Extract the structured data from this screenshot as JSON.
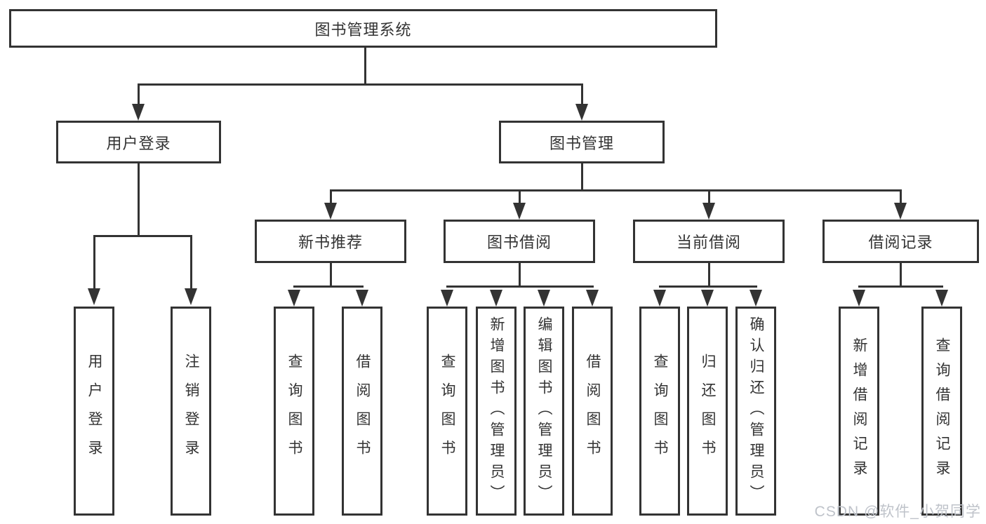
{
  "colors": {
    "line": "#333333",
    "text": "#333333",
    "watermark": "#bfc3ca"
  },
  "tree": {
    "root": {
      "label": "图书管理系统"
    },
    "login": {
      "label": "用户登录",
      "children": [
        {
          "label": "用户登录"
        },
        {
          "label": "注销登录"
        }
      ]
    },
    "mgmt": {
      "label": "图书管理",
      "groups": [
        {
          "label": "新书推荐",
          "children": [
            {
              "label": "查询图书"
            },
            {
              "label": "借阅图书"
            }
          ]
        },
        {
          "label": "图书借阅",
          "children": [
            {
              "label": "查询图书"
            },
            {
              "label": "新增图书（管理员）"
            },
            {
              "label": "编辑图书（管理员）"
            },
            {
              "label": "借阅图书"
            }
          ]
        },
        {
          "label": "当前借阅",
          "children": [
            {
              "label": "查询图书"
            },
            {
              "label": "归还图书"
            },
            {
              "label": "确认归还（管理员）"
            }
          ]
        },
        {
          "label": "借阅记录",
          "children": [
            {
              "label": "新增借阅记录"
            },
            {
              "label": "查询借阅记录"
            }
          ]
        }
      ]
    }
  },
  "watermark": {
    "text": "CSDN @软件_小贺同学"
  }
}
